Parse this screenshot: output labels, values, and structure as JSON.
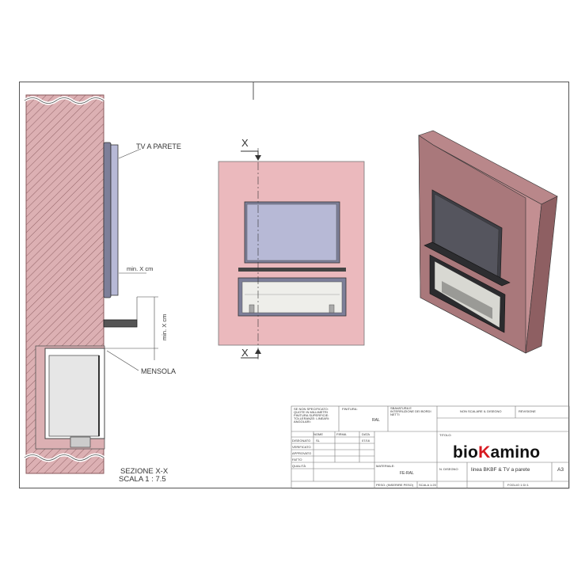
{
  "drawing": {
    "labels": {
      "tv": "TV A PARETE",
      "min_cm_h": "min. X cm",
      "min_cm_v": "min. X cm",
      "mensola": "MENSOLA",
      "section_title": "SEZIONE X-X",
      "section_scale": "SCALA 1 : 7.5",
      "cut_top": "X",
      "cut_bottom": "X"
    }
  },
  "title_block": {
    "general_tolerances": "SE NON SPECIFICATO: QUOTE IN MILLIMETRI FINITURA SUPERFICIE: TOLLERANZE: LINEARI: ANGOLARI:",
    "finish_label": "FINITURA:",
    "finish_value": "RAL",
    "deburr": "SBAVATURA E INTERRUZIONE DEI BORDI NETTI",
    "no_scale": "NON SCALARE IL DISEGNO",
    "revision": "REVISIONE",
    "col_name": "NOME",
    "col_sign": "FIRMA",
    "col_date": "DATA",
    "row_drawn": "DISEGNATO",
    "row_drawn_name": "SL",
    "row_drawn_date": "07/16",
    "row_checked": "VERIFICATO",
    "row_approved": "APPROVATO",
    "row_manuf": "FATTO",
    "row_quality": "QUALITÀ",
    "material_label": "MATERIALE:",
    "material_value": "FE-RAL",
    "weight": "PESO: (INSERIRE PESO)",
    "title_label": "TITOLO:",
    "drawing_no_label": "N. DISEGNO",
    "drawing_title": "linea BKBF & TV a parete",
    "size": "A3",
    "scale": "SCALA 1:20",
    "sheet": "FOGLIO 1 DI 1"
  },
  "logo": {
    "part1": "bio",
    "part2": "K",
    "part3": "amino",
    "accent": "#d71920"
  },
  "colors": {
    "wall": "#dcb0b3",
    "wall_hatch": "#8a5a5e",
    "tv_frame": "#7d7f99",
    "tv_screen": "#b7b9d6",
    "iso_wall": "#a9787b",
    "iso_screen": "#55555e"
  }
}
